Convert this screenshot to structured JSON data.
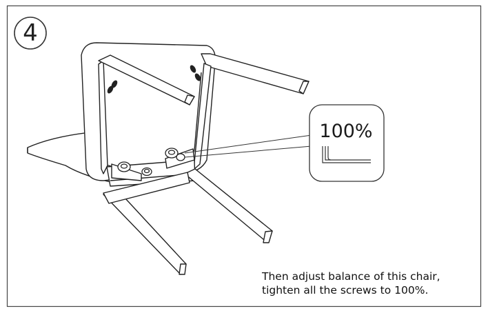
{
  "step": {
    "number": "4"
  },
  "callout": {
    "torque_label": "100%",
    "tool": "allen-key-icon"
  },
  "instruction": {
    "line1": "Then adjust balance of this chair,",
    "line2": "tighten all the screws to 100%."
  }
}
